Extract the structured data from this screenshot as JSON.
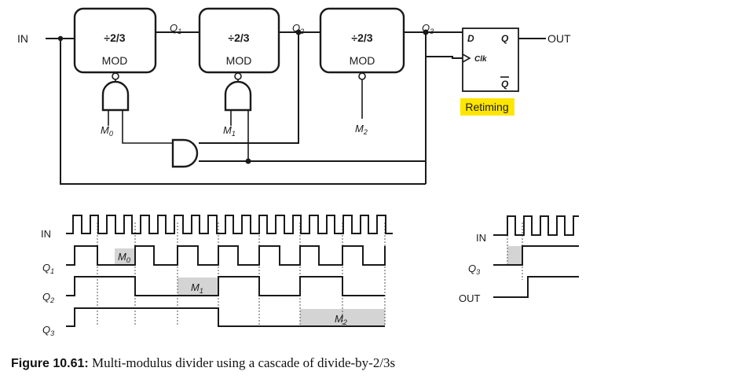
{
  "schematic": {
    "input_label": "IN",
    "output_label": "OUT",
    "dividers": [
      {
        "ratio": "÷2/3",
        "mode": "MOD",
        "output": "Q",
        "output_sub": "1",
        "control": "M",
        "control_sub": "0"
      },
      {
        "ratio": "÷2/3",
        "mode": "MOD",
        "output": "Q",
        "output_sub": "2",
        "control": "M",
        "control_sub": "1"
      },
      {
        "ratio": "÷2/3",
        "mode": "MOD",
        "output": "Q",
        "output_sub": "3",
        "control": "M",
        "control_sub": "2"
      }
    ],
    "flipflop": {
      "d": "D",
      "q": "Q",
      "clk": "Clk",
      "qbar": "Q",
      "label": "Retiming",
      "label_color": "#ffe600"
    }
  },
  "timing_main": {
    "signals": [
      {
        "name": "IN",
        "sub": ""
      },
      {
        "name": "Q",
        "sub": "1"
      },
      {
        "name": "Q",
        "sub": "2"
      },
      {
        "name": "Q",
        "sub": "3"
      }
    ],
    "shaded_labels": [
      {
        "text": "M",
        "sub": "0"
      },
      {
        "text": "M",
        "sub": "1"
      },
      {
        "text": "M",
        "sub": "2"
      }
    ]
  },
  "timing_retime": {
    "signals": [
      {
        "name": "IN",
        "sub": ""
      },
      {
        "name": "Q",
        "sub": "3"
      },
      {
        "name": "OUT",
        "sub": ""
      }
    ]
  },
  "caption": {
    "figure": "Figure 10.61:",
    "text": " Multi-modulus divider using a cascade of divide-by-2/3s"
  }
}
